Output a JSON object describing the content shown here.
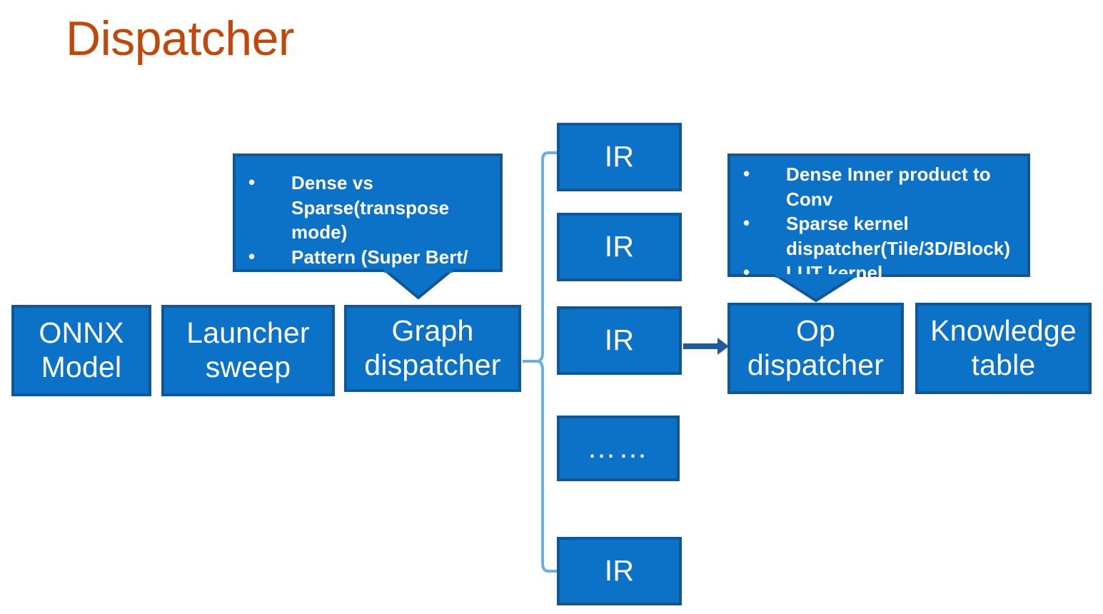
{
  "slide": {
    "title": "Dispatcher",
    "title_color": "#C0480B",
    "background": "#FFFFFF"
  },
  "theme": {
    "box_fill": "#0B72C8",
    "box_border": "#115795",
    "box_text": "#FFFFFF",
    "brace_color": "#6BAEE0",
    "arrow_color": "#1F5C9E"
  },
  "pipeline": {
    "boxes": [
      {
        "id": "onnx-model",
        "lines": [
          "ONNX",
          "Model"
        ]
      },
      {
        "id": "launcher-sweep",
        "lines": [
          "Launcher",
          "sweep"
        ]
      },
      {
        "id": "graph-dispatcher",
        "lines": [
          "Graph",
          "dispatcher"
        ]
      },
      {
        "id": "op-dispatcher",
        "lines": [
          "Op",
          "dispatcher"
        ]
      },
      {
        "id": "knowledge-table",
        "lines": [
          "Knowledge",
          "table"
        ]
      }
    ]
  },
  "ir_column": {
    "boxes": [
      {
        "id": "ir-1",
        "label": "IR"
      },
      {
        "id": "ir-2",
        "label": "IR"
      },
      {
        "id": "ir-3",
        "label": "IR"
      },
      {
        "id": "ir-dots",
        "label": "……"
      },
      {
        "id": "ir-n",
        "label": "IR"
      }
    ]
  },
  "callouts": {
    "graph_dispatcher": {
      "id": "graph-dispatcher-callout",
      "bullets": [
        "Dense vs Sparse(transpose mode)",
        "Pattern (Super Bert/ Merge QKV)"
      ]
    },
    "op_dispatcher": {
      "id": "op-dispatcher-callout",
      "bullets": [
        "Dense Inner product to Conv",
        "Sparse kernel dispatcher(Tile/3D/Block)",
        "LUT kernel"
      ]
    }
  },
  "connectors": {
    "brace": {
      "id": "ir-group-brace",
      "orientation": "left-curly-brace"
    },
    "arrow": {
      "id": "ir-to-op-dispatcher-arrow",
      "direction": "right"
    }
  }
}
